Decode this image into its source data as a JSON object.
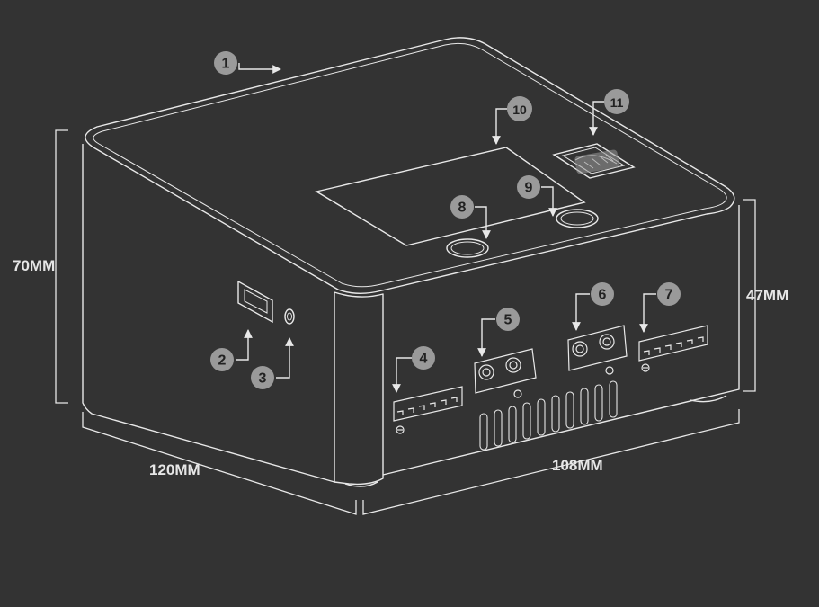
{
  "colors": {
    "background": "#333333",
    "line": "#e8e8e8",
    "badge": "#9a9a9a",
    "badge_text": "#222222",
    "dim_text": "#e6e6e6"
  },
  "dimensions": {
    "height": "70MM",
    "side_height": "47MM",
    "width": "120MM",
    "depth": "108MM"
  },
  "callouts": [
    "1",
    "2",
    "3",
    "4",
    "5",
    "6",
    "7",
    "8",
    "9",
    "10",
    "11"
  ]
}
